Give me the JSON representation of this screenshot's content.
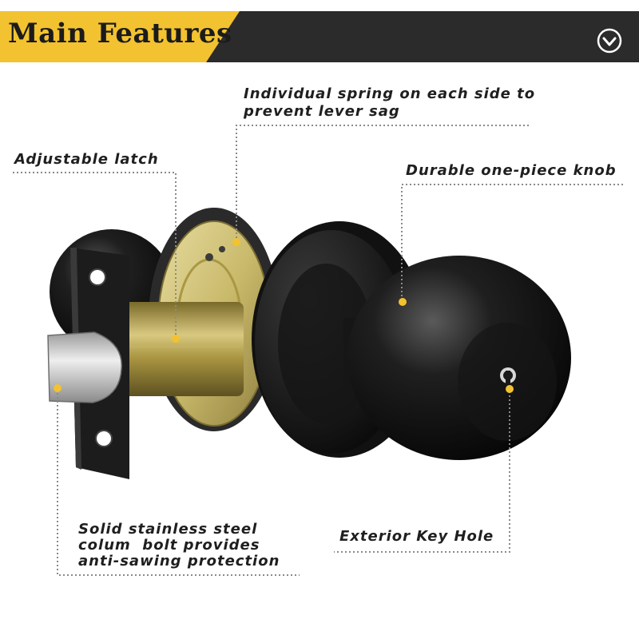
{
  "header": {
    "title": "Main Features",
    "icon": "chevron-down-circle-icon",
    "colors": {
      "accent": "#f2c230",
      "bar": "#2b2b2b"
    }
  },
  "features": {
    "spring": {
      "line1": "Individual spring on each side to",
      "line2": "prevent lever sag"
    },
    "latch": "Adjustable latch",
    "knob": "Durable one-piece knob",
    "bolt": {
      "line1": "Solid stainless steel",
      "line2": "colum  bolt provides",
      "line3": "anti-sawing protection"
    },
    "keyhole": "Exterior Key Hole"
  },
  "colors": {
    "marker": "#f2c230",
    "leader_line": "#8a8a8a"
  }
}
